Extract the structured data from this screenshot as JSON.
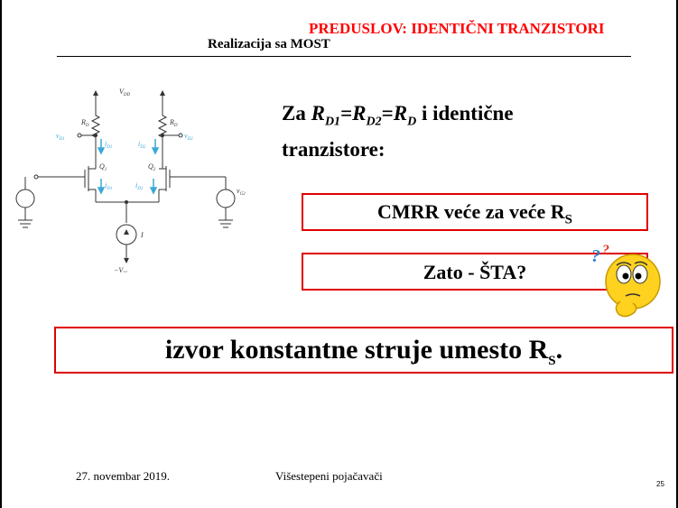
{
  "slide": {
    "title": "PREDUSLOV: IDENTIČNI TRANZISTORI",
    "subtitle": "Realizacija sa MOST",
    "heading_parts": {
      "pre": "Za ",
      "r1": "R",
      "r1_sub": "D1",
      "eq1": "=",
      "r2": "R",
      "r2_sub": "D2",
      "eq2": "=",
      "r3": "R",
      "r3_sub": "D",
      "post": " i identične",
      "line2": "tranzistore:"
    },
    "box1": {
      "text": "CMRR veće za veće R",
      "sub": "S"
    },
    "box2": {
      "text": "Zato - ŠTA?"
    },
    "box3": {
      "text": "izvor konstantne struje umesto R",
      "sub": "S",
      "end": "."
    },
    "footer_date": "27. novembar 2019.",
    "footer_center": "Višestepeni pojačavači",
    "page_number": "25"
  },
  "circuit_labels": {
    "vdd": "V",
    "vdd_sub": "DD",
    "rd_left": "R",
    "rd_left_sub": "D",
    "rd_right": "R",
    "rd_right_sub": "D",
    "vd1": "v",
    "vd1_sub": "D1",
    "vd2": "v",
    "vd2_sub": "D2",
    "id1_top": "i",
    "id1_top_sub": "D1",
    "id2_top": "i",
    "id2_top_sub": "D2",
    "q1": "Q",
    "q1_sub": "1",
    "q2": "Q",
    "q2_sub": "2",
    "id1_bot": "i",
    "id1_bot_sub": "D1",
    "id2_bot": "i",
    "id2_bot_sub": "D2",
    "i_source": "I",
    "vss": "−V",
    "vss_sub": "SS",
    "vg2": "v",
    "vg2_sub": "G2"
  },
  "icons": {
    "thinker": "thinking-face-icon"
  },
  "colors": {
    "title": "#ff0000",
    "box_border": "#e00000",
    "current_arrow": "#3aa8d8"
  }
}
